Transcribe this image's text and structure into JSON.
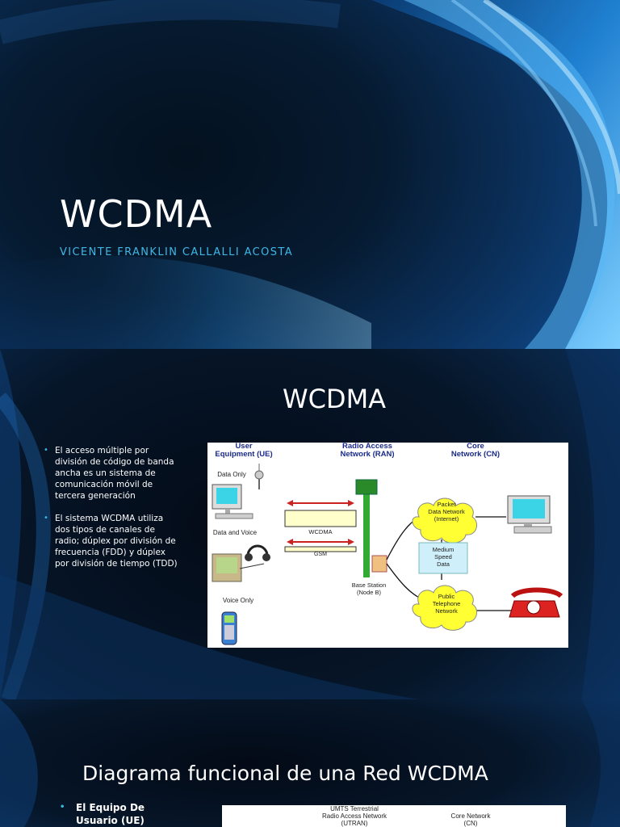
{
  "slide1": {
    "title": "WCDMA",
    "subtitle": "VICENTE FRANKLIN CALLALLI ACOSTA"
  },
  "slide2": {
    "title": "WCDMA",
    "bullets": [
      "El acceso múltiple por división de código de banda ancha es un sistema de comunicación móvil de tercera generación",
      " El sistema WCDMA utiliza dos tipos de canales de radio; dúplex por división de frecuencia (FDD) y dúplex por división de tiempo (TDD)"
    ],
    "diagram": {
      "ue_header": "User\nEquipment (UE)",
      "ran_header": "Radio Access\nNetwork (RAN)",
      "cn_header": "Core\nNetwork (CN)",
      "data_only": "Data Only",
      "data_and_voice": "Data and Voice",
      "voice_only": "Voice Only",
      "wcdma_label": "WCDMA",
      "gsm_label": "GSM",
      "base_station": "Base Station\n(Node B)",
      "packet_network": "Packet\nData Network\n(Internet)",
      "medium_speed": "Medium\nSpeed\nData",
      "public_telephone": "Public\nTelephone\nNetwork"
    }
  },
  "slide3": {
    "title": "Diagrama funcional de una Red WCDMA",
    "bullet": "El Equipo De Usuario (UE)",
    "diagram": {
      "utran_label": "UMTS Terrestrial\nRadio Access Network\n(UTRAN)",
      "cn_label": "Core Network\n(CN)"
    }
  },
  "colors": {
    "accent": "#3fb7e6",
    "arrow_red": "#cc2222",
    "cloud_yellow": "#ffff33",
    "tower_green": "#33aa33"
  }
}
